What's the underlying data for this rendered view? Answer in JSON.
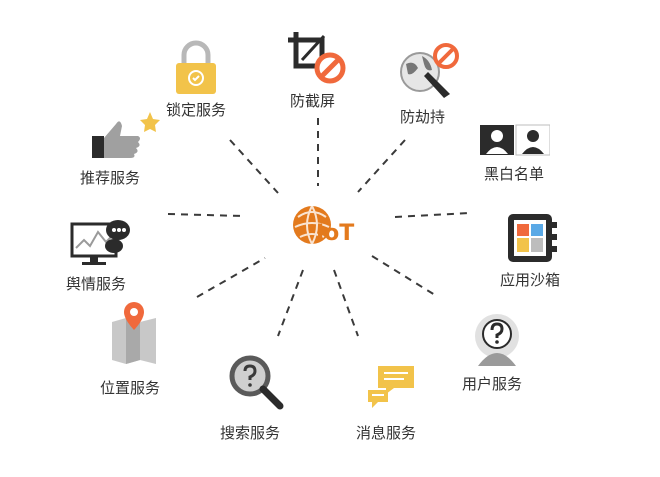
{
  "center": {
    "label": "IoT"
  },
  "nodes": {
    "lock": {
      "label": "锁定服务"
    },
    "screenshot": {
      "label": "防截屏"
    },
    "hijack": {
      "label": "防劫持"
    },
    "recommend": {
      "label": "推荐服务"
    },
    "blacklist": {
      "label": "黑白名单"
    },
    "sentiment": {
      "label": "舆情服务"
    },
    "sandbox": {
      "label": "应用沙箱"
    },
    "location": {
      "label": "位置服务"
    },
    "user": {
      "label": "用户服务"
    },
    "search": {
      "label": "搜索服务"
    },
    "message": {
      "label": "消息服务"
    }
  },
  "colors": {
    "accent_orange": "#f0693c",
    "iot_orange": "#e37a1d",
    "lock_gold": "#f2c34a",
    "dash": "#3a3a3a",
    "icon_dark": "#2b2b2b",
    "icon_gray": "#9a9a9a"
  }
}
